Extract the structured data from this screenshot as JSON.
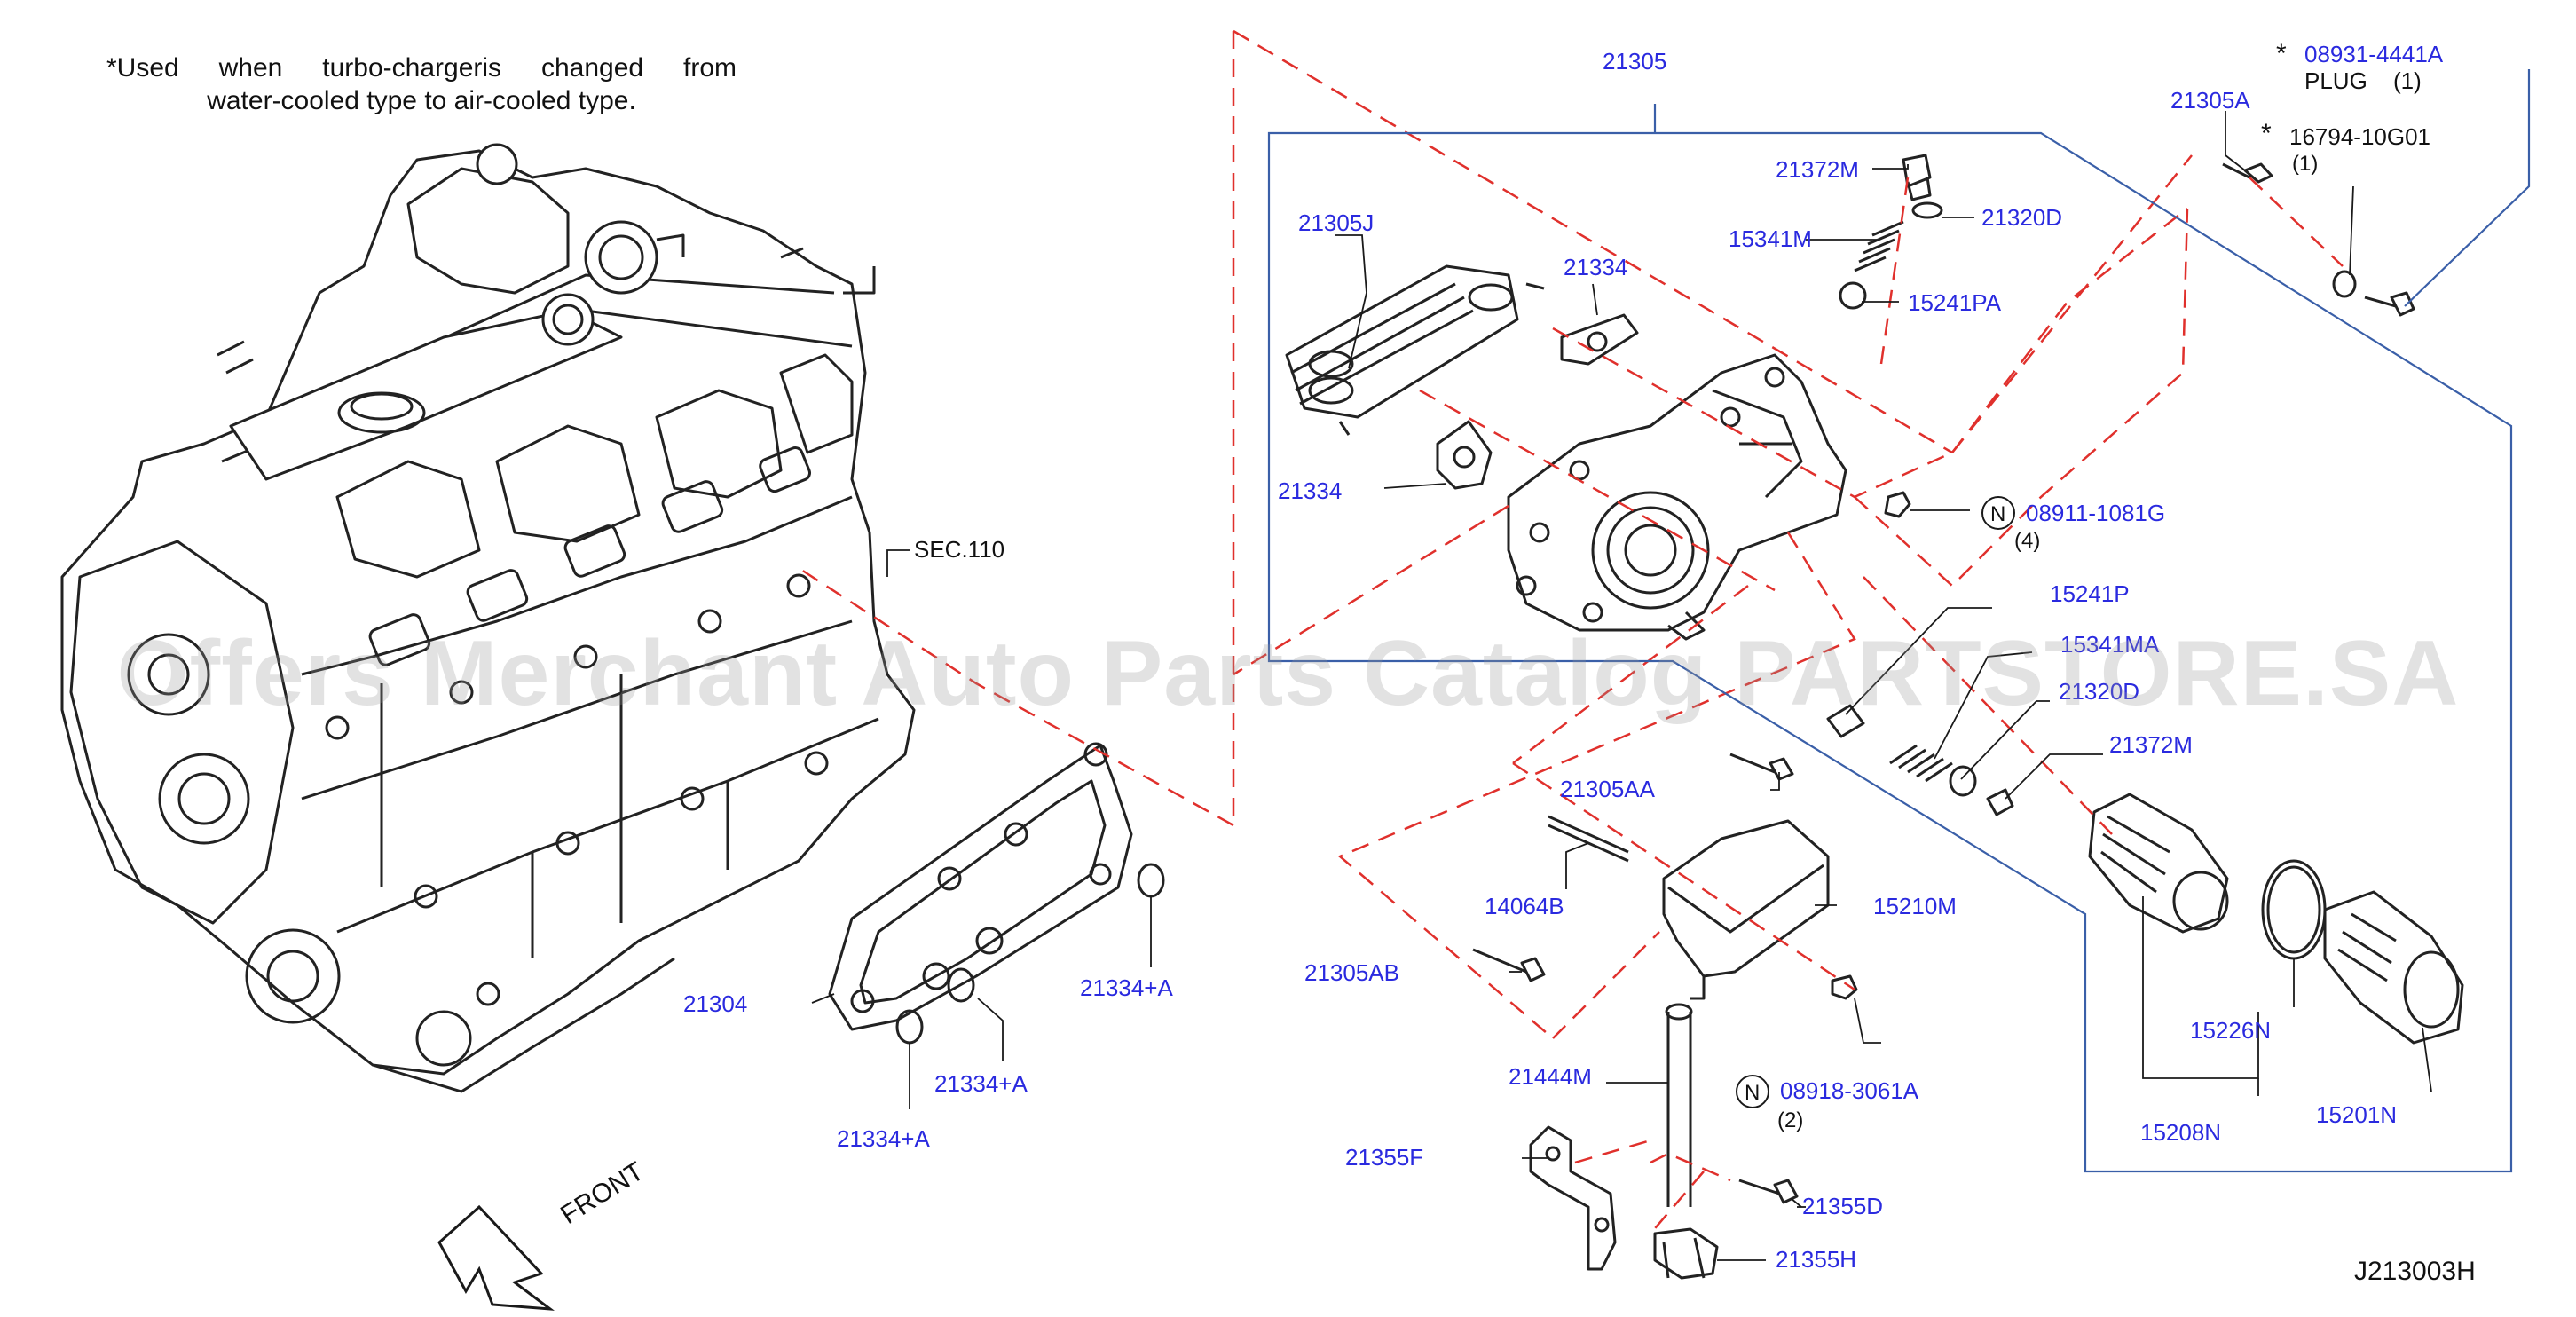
{
  "note": {
    "line1": "*Used when turbo-chargeris changed from",
    "line2": "water-cooled type to air-cooled type."
  },
  "watermark": "Offers Merchant Auto Parts Catalog PARTSTORE.SA",
  "diagram_code": "J213003H",
  "front_label": "FRONT",
  "colors": {
    "part_number": "#2a2adf",
    "callout_line": "#1a1a1a",
    "leader_blue": "#3a5fa8",
    "dashed": "#e0302c",
    "drawing": "#222222"
  },
  "parts": {
    "p21305": "21305",
    "p08931": "08931-4441A",
    "plug": "PLUG",
    "plug_qty": "(1)",
    "p21305A": "21305A",
    "p16794": "16794-10G01",
    "p16794_qty": "(1)",
    "star1": "*",
    "star2": "*",
    "p21372M_top": "21372M",
    "p21320D_top": "21320D",
    "p15341M": "15341M",
    "p15241PA": "15241PA",
    "p21305J": "21305J",
    "p21334_a": "21334",
    "p21334_b": "21334",
    "p08911": "08911-1081G",
    "p08911_qty": "(4)",
    "n1": "N",
    "p15241P": "15241P",
    "p15341MA": "15341MA",
    "p21320D_b": "21320D",
    "p21372M_b": "21372M",
    "sec110": "SEC.110",
    "p21305AA": "21305AA",
    "p14064B": "14064B",
    "p15210M": "15210M",
    "p21305AB": "21305AB",
    "p21304": "21304",
    "p21334A_1": "21334+A",
    "p21334A_2": "21334+A",
    "p21334A_3": "21334+A",
    "p15226N": "15226N",
    "p15208N": "15208N",
    "p15201N": "15201N",
    "p21444M": "21444M",
    "p08918": "08918-3061A",
    "p08918_qty": "(2)",
    "n2": "N",
    "p21355F": "21355F",
    "p21355D": "21355D",
    "p21355H": "21355H"
  }
}
